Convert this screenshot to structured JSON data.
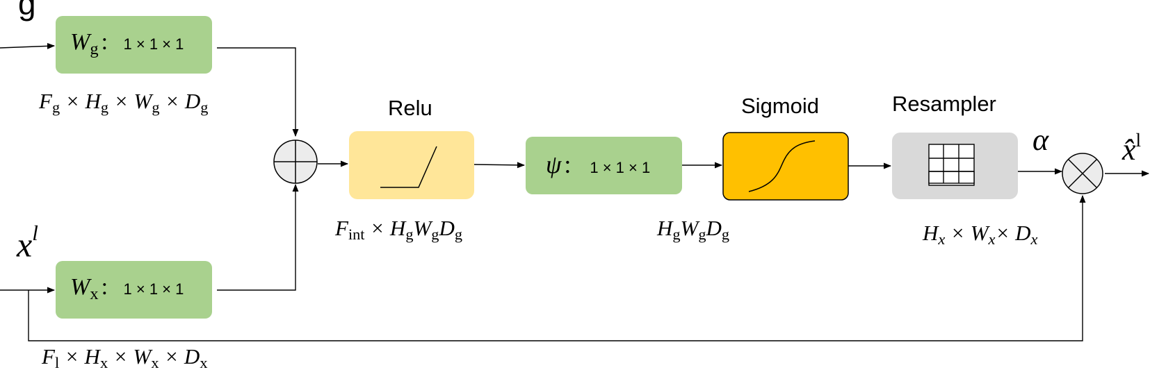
{
  "inputs": {
    "g": {
      "symbol": "g",
      "dims_prefix": "F",
      "dims_sub": "g"
    },
    "x": {
      "symbol": "x",
      "sup": "l"
    }
  },
  "blocks": {
    "wg": {
      "symbol": "W",
      "sub": "g",
      "sep": ":",
      "kernel": "1 × 1 × 1"
    },
    "wx": {
      "symbol": "W",
      "sub": "x",
      "sep": ":",
      "kernel": "1 × 1 × 1"
    },
    "relu": {
      "title": "Relu"
    },
    "psi": {
      "symbol": "ψ",
      "sep": ":",
      "kernel": "1 × 1 × 1"
    },
    "sigmoid": {
      "title": "Sigmoid"
    },
    "resampler": {
      "title": "Resampler"
    }
  },
  "labels": {
    "alpha": "α",
    "output": {
      "symbol": "x̂",
      "sup": "l"
    },
    "dims_g": {
      "t1": "F",
      "s1": "g",
      "t2": " × H",
      "s2": "g",
      "t3": " × W",
      "s3": "g",
      "t4": " × D",
      "s4": "g"
    },
    "dims_x": {
      "t1": "F",
      "s1": "l",
      "t2": " × H",
      "s2": "x",
      "t3": " × W",
      "s3": "x",
      "t4": " × D",
      "s4": "x"
    },
    "dims_int": {
      "t1": "F",
      "s1": "int",
      "t2": " × H",
      "s2": "g",
      "t3": "W",
      "s3": "g",
      "t4": "D",
      "s4": "g"
    },
    "dims_psi": {
      "t1": "H",
      "s1": "g",
      "t2": "W",
      "s2": "g",
      "t3": "D",
      "s3": "g"
    },
    "dims_res": {
      "t1": "H",
      "s1": "x",
      "t2": " × W",
      "s2": "x",
      "t3": "× D",
      "s3": "x"
    }
  },
  "colors": {
    "green": "#a9d18e",
    "relu_fill": "#ffe699",
    "sigmoid_fill": "#ffc000",
    "resampler_fill": "#d9d9d9",
    "op_fill": "#ececec"
  }
}
